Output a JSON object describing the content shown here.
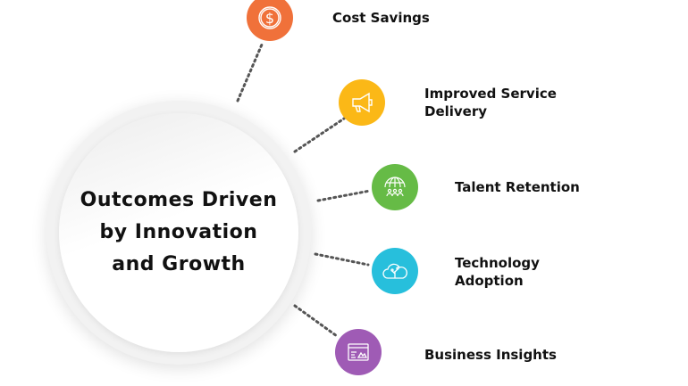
{
  "center": {
    "title": "Outcomes Driven\nby Innovation\nand Growth"
  },
  "outcomes": [
    {
      "label": "Cost Savings",
      "icon": "dollar-icon",
      "color": "#f0713a"
    },
    {
      "label": "Improved Service\nDelivery",
      "icon": "megaphone-icon",
      "color": "#fbb817"
    },
    {
      "label": "Talent Retention",
      "icon": "globe-people-icon",
      "color": "#66bb46"
    },
    {
      "label": "Technology\nAdoption",
      "icon": "cloud-circuit-icon",
      "color": "#27bfdc"
    },
    {
      "label": "Business Insights",
      "icon": "dashboard-window-icon",
      "color": "#9f5bb5"
    }
  ]
}
